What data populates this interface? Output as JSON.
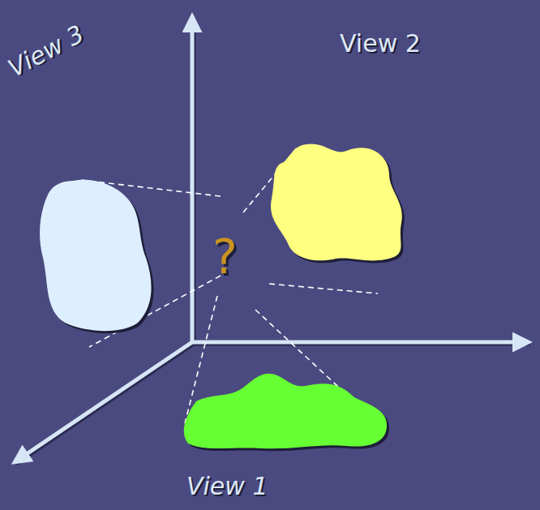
{
  "diagram": {
    "nodes": [
      {
        "text": [
          "View 3"
        ]
      },
      {
        "text": [
          "View 2"
        ]
      },
      {
        "text": [
          "View 1"
        ]
      }
    ],
    "labels": [
      "?"
    ]
  }
}
